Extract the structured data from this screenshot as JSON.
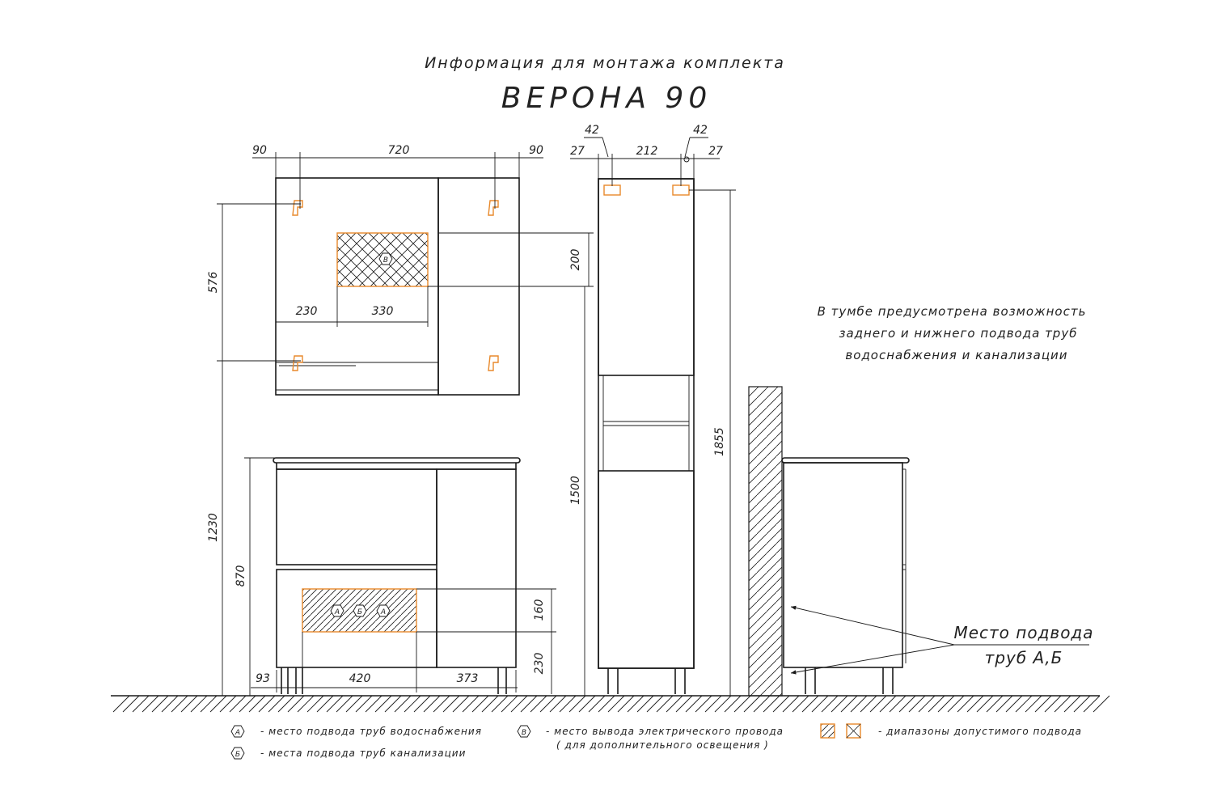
{
  "header": {
    "subtitle": "Информация для монтажа комплекта",
    "title": "ВЕРОНА 90"
  },
  "dimensions": {
    "mirror_top": [
      "90",
      "720",
      "90"
    ],
    "mirror_inner": [
      "230",
      "330"
    ],
    "mirror_height": "576",
    "zone_b_height": "200",
    "total_height_mirror": "1230",
    "vanity_height": "870",
    "zone_a_height": "160",
    "zone_a_offset": "230",
    "vanity_bottom": [
      "93",
      "420",
      "373"
    ],
    "cabinet_top": [
      "27",
      "212",
      "27"
    ],
    "cabinet_top_small": [
      "42",
      "42"
    ],
    "cabinet_mid": "1500",
    "cabinet_total": "1855"
  },
  "note_lines": [
    "В тумбе предусмотрена возможность",
    "заднего и нижнего подвода труб",
    "водоснабжения и канализации"
  ],
  "callout": {
    "line1": "Место подвода",
    "line2": "труб А,Б"
  },
  "markers": {
    "a": "А",
    "b": "Б",
    "v": "В"
  },
  "legend": {
    "a": "- место подвода труб водоснабжения",
    "b": "- места подвода труб канализации",
    "v_line1": "- место вывода электрического провода",
    "v_line2": "( для дополнительного освещения )",
    "ranges": "- диапазоны допустимого подвода"
  },
  "colors": {
    "accent": "#e8892b",
    "line": "#1a1a1a"
  }
}
